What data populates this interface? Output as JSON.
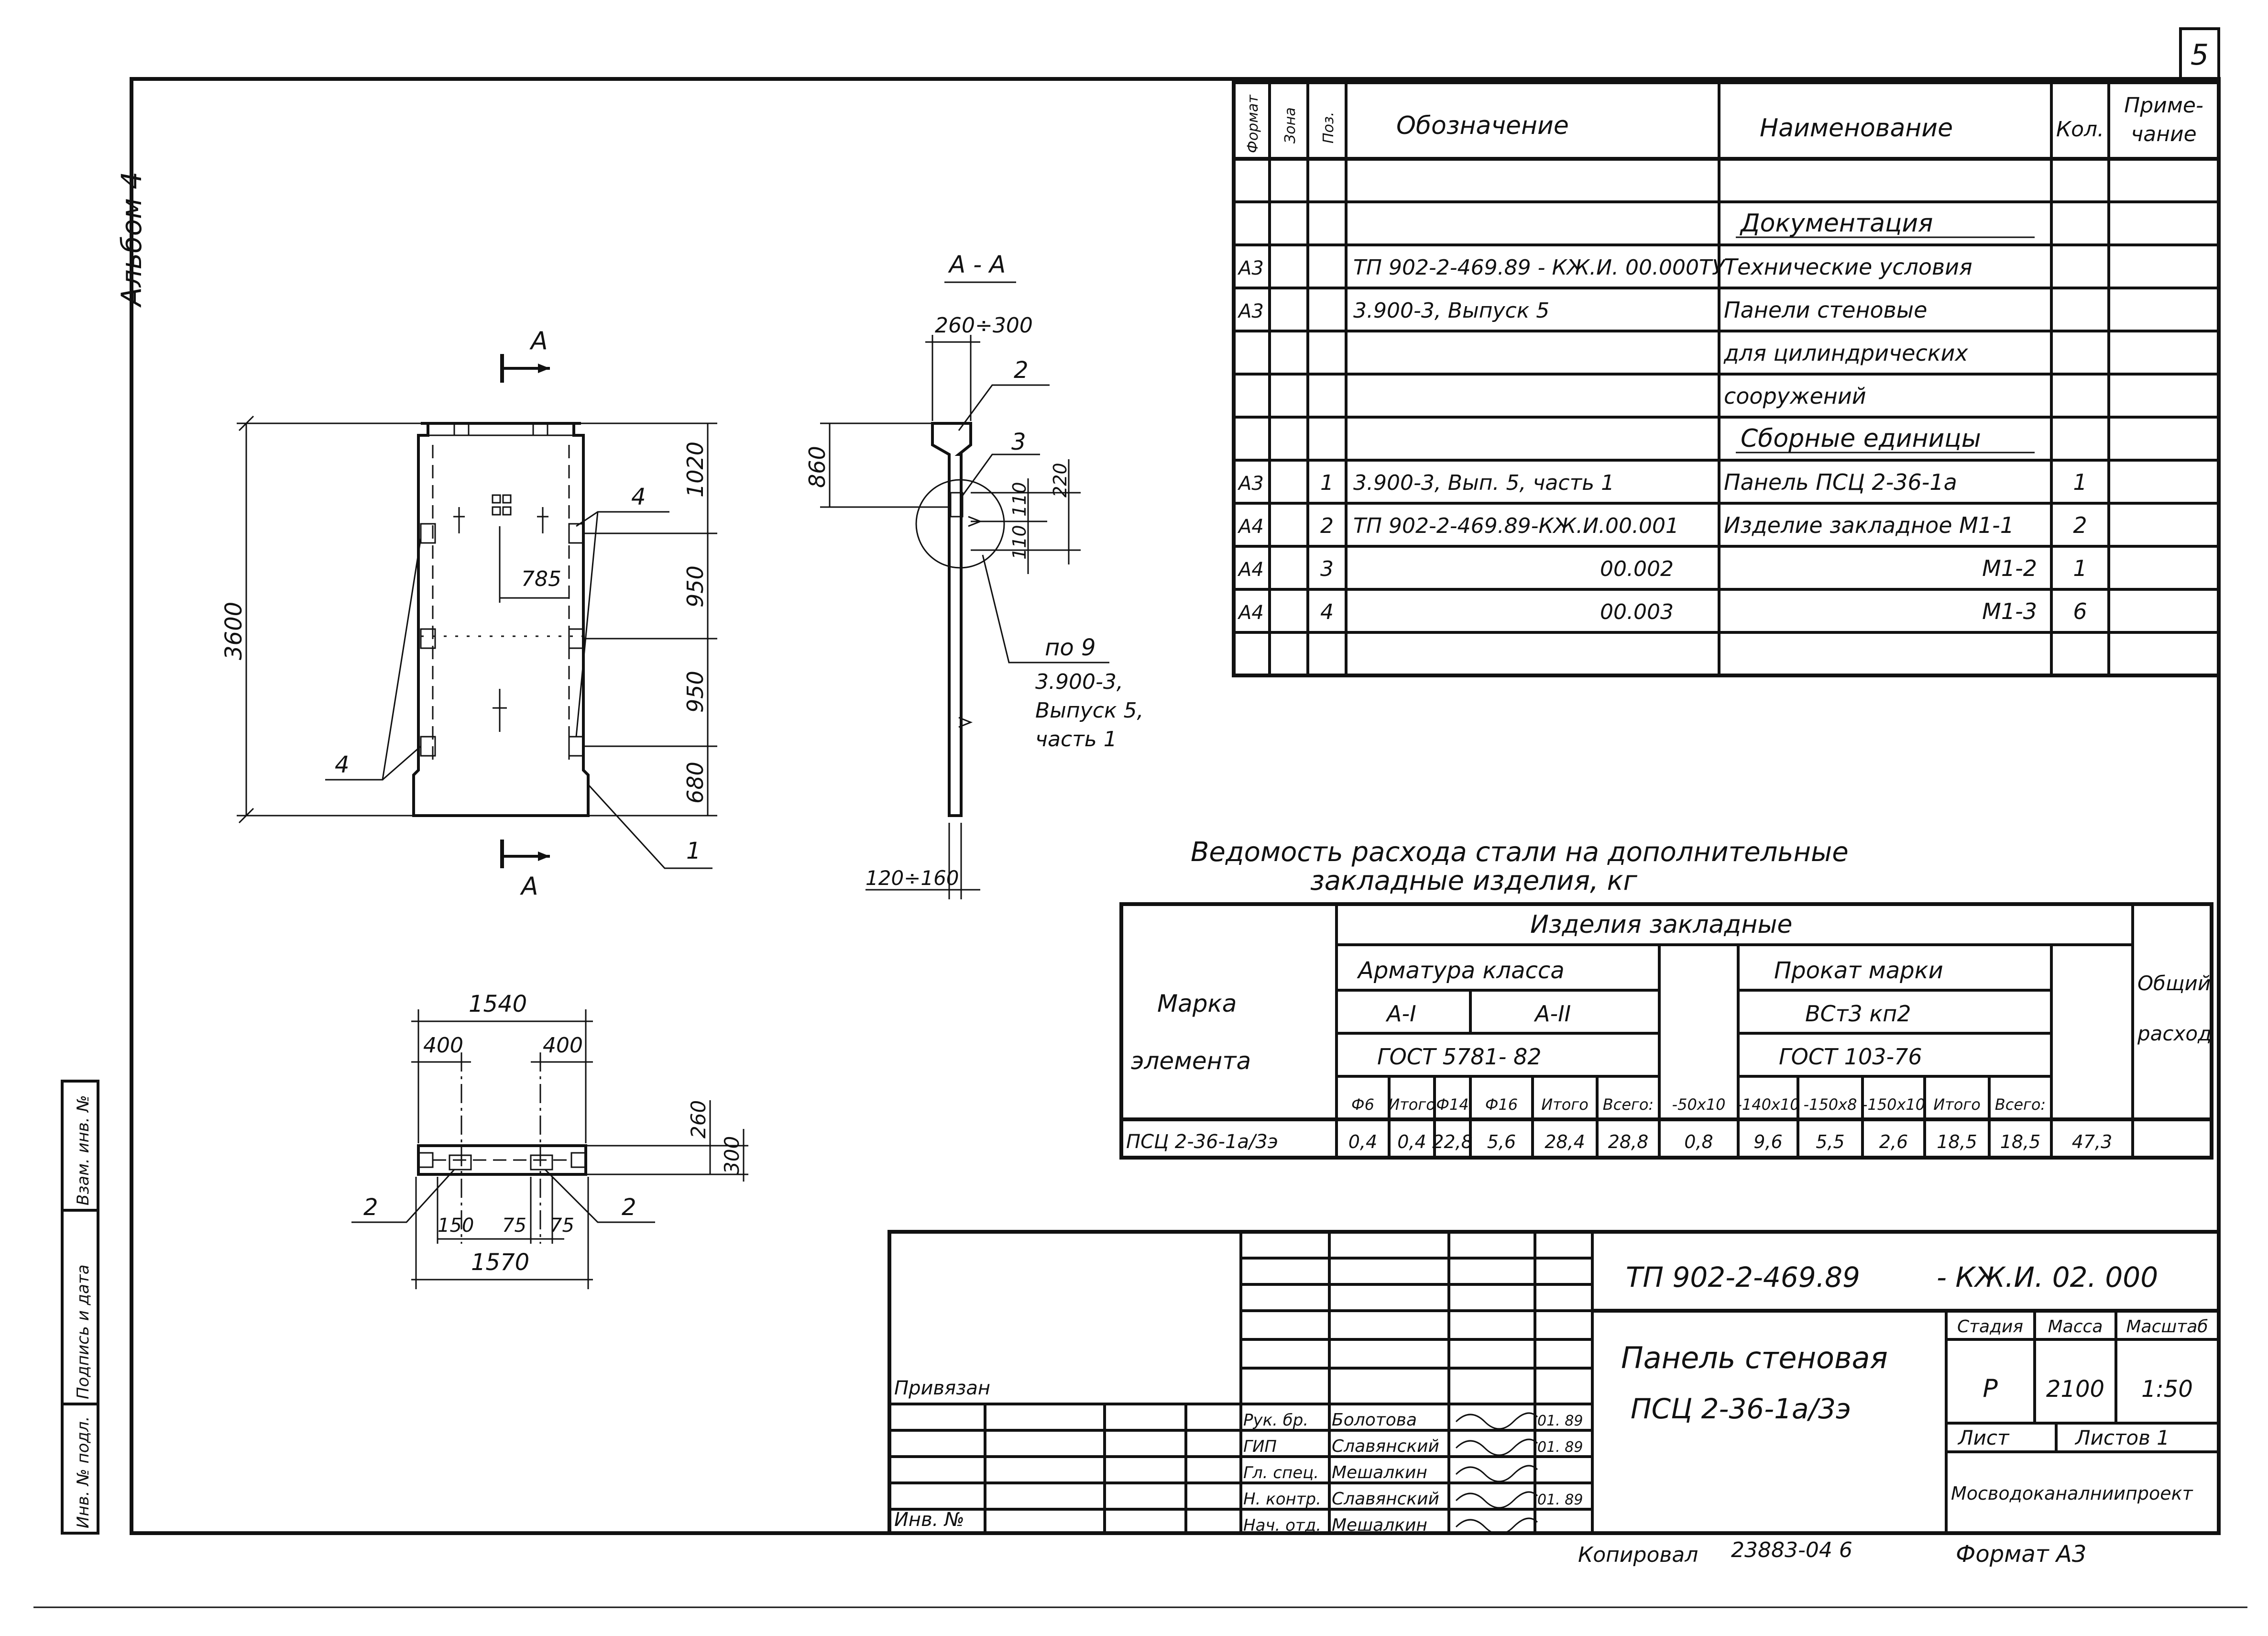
{
  "sheet": {
    "page_number": "5",
    "album": "Альбом 4",
    "side_stamp": [
      "Инв. № подл.",
      "Подпись и дата",
      "Взам. инв. №"
    ]
  },
  "spec_table": {
    "headers": [
      "Формат",
      "Зона",
      "Поз.",
      "Обозначение",
      "Наименование",
      "Кол.",
      "Приме-",
      "чание"
    ],
    "rows": [
      {
        "format": "",
        "zone": "",
        "pos": "",
        "designation": "",
        "name": "",
        "qty": ""
      },
      {
        "format": "",
        "zone": "",
        "pos": "",
        "designation": "",
        "name": "Документация",
        "qty": ""
      },
      {
        "format": "А3",
        "zone": "",
        "pos": "",
        "designation": "ТП 902-2-469.89 - КЖ.И. 00.000ТУ",
        "name": "Технические условия",
        "qty": ""
      },
      {
        "format": "А3",
        "zone": "",
        "pos": "",
        "designation": "3.900-3,      Выпуск 5",
        "name": "Панели стеновые",
        "qty": ""
      },
      {
        "format": "",
        "zone": "",
        "pos": "",
        "designation": "",
        "name": "для цилиндрических",
        "qty": ""
      },
      {
        "format": "",
        "zone": "",
        "pos": "",
        "designation": "",
        "name": "сооружений",
        "qty": ""
      },
      {
        "format": "",
        "zone": "",
        "pos": "",
        "designation": "",
        "name": "Сборные единицы",
        "qty": ""
      },
      {
        "format": "А3",
        "zone": "",
        "pos": "1",
        "designation": "3.900-3,    Вып. 5, часть 1",
        "name": "Панель  ПСЦ 2-36-1а",
        "qty": "1"
      },
      {
        "format": "А4",
        "zone": "",
        "pos": "2",
        "designation": "ТП 902-2-469.89-КЖ.И.00.001",
        "name": "Изделие закладное М1-1",
        "qty": "2"
      },
      {
        "format": "А4",
        "zone": "",
        "pos": "3",
        "designation": "00.002",
        "name": "М1-2",
        "qty": "1"
      },
      {
        "format": "А4",
        "zone": "",
        "pos": "4",
        "designation": "00.003",
        "name": "М1-3",
        "qty": "6"
      },
      {
        "format": "",
        "zone": "",
        "pos": "",
        "designation": "",
        "name": "",
        "qty": ""
      }
    ]
  },
  "drawings": {
    "panel_dims": {
      "height": "3600",
      "d1": "1020",
      "d2": "950",
      "d3": "950",
      "d4": "680",
      "gap": "785"
    },
    "panel_section_mark": "А",
    "panel_leaders": {
      "l4a": "4",
      "l4b": "4",
      "l1": "1"
    },
    "section": {
      "title": "А - А",
      "top_width": "260÷300",
      "h860": "860",
      "d110a": "110",
      "d220": "220",
      "d110b": "110",
      "bottom_width": "120÷160",
      "lead2": "2",
      "lead3": "3"
    },
    "section_note": [
      "по 9",
      "3.900-3,",
      "Выпуск 5,",
      "часть 1"
    ],
    "plan": {
      "w1540": "1540",
      "w400a": "400",
      "w400b": "400",
      "w1570": "1570",
      "d150": "150",
      "d75a": "75",
      "d75b": "75",
      "h260": "260",
      "h300": "300",
      "lead2a": "2",
      "lead2b": "2"
    }
  },
  "steel_table": {
    "title_line1": "Ведомость расхода стали на дополнительные",
    "title_line2": "закладные изделия, кг",
    "col_mark": [
      "Марка",
      "элемента"
    ],
    "group": "Изделия    закладные",
    "armature": "Арматура   класса",
    "a1": "А-I",
    "a2": "А-II",
    "gost1": "ГОСТ  5781- 82",
    "prokat": "Прокат  марки",
    "steel": "ВСт3 кп2",
    "gost2": "ГОСТ  103-76",
    "total_all": [
      "Общий",
      "расход"
    ],
    "sub_headers": [
      "Ф6",
      "Итого",
      "Ф14",
      "Ф16",
      "Итого",
      "Всего:",
      "-50x10",
      "-140x10",
      "-150x8",
      "-150x10",
      "Итого",
      "Всего:"
    ],
    "row": {
      "mark": "ПСЦ 2-36-1а/3э",
      "values": [
        "0,4",
        "0,4",
        "22,8",
        "5,6",
        "28,4",
        "28,8",
        "0,8",
        "9,6",
        "5,5",
        "2,6",
        "18,5",
        "18,5",
        "47,3"
      ]
    }
  },
  "title_block": {
    "project_code": "ТП 902-2-469.89",
    "drawing_code": "- КЖ.И. 02. 000",
    "title_line1": "Панель стеновая",
    "title_line2": "ПСЦ 2-36-1а/3э",
    "stage_label": "Стадия",
    "mass_label": "Масса",
    "scale_label": "Масштаб",
    "stage": "Р",
    "mass": "2100",
    "scale": "1:50",
    "sheet_label": "Лист",
    "sheets_label": "Листов 1",
    "organization": "Мосводоканалниипроект",
    "bound_label": "Привязан",
    "inv_label": "Инв. №",
    "signatures": [
      {
        "role": "Рук. бр.",
        "name": "Болотова",
        "date": "01. 89"
      },
      {
        "role": "ГИП",
        "name": "Славянский",
        "date": "01. 89"
      },
      {
        "role": "Гл. спец.",
        "name": "Мешалкин",
        "date": ""
      },
      {
        "role": "Н. контр.",
        "name": "Славянский",
        "date": "01. 89"
      },
      {
        "role": "Нач. отд.",
        "name": "Мешалкин",
        "date": ""
      }
    ]
  },
  "footer": {
    "copied": "Копировал",
    "copy_number": "23883-04     6",
    "format": "Формат  А3"
  }
}
